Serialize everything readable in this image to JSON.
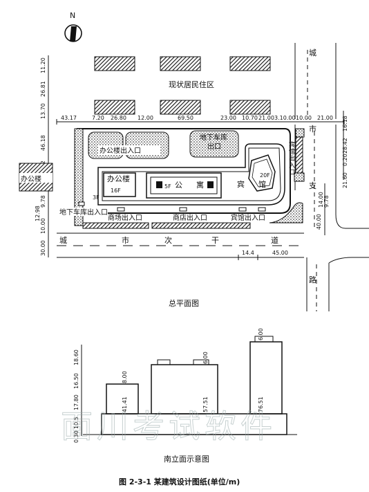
{
  "site_plan": {
    "north": "N",
    "existing_housing": "现状居民住区",
    "office_parking_entrance": "办公楼出入口",
    "underground_garage_exit_1": "地下车库",
    "underground_garage_exit_2": "出口",
    "hotel_entrance_vertical": [
      "宾",
      "馆",
      "出",
      "入",
      "口"
    ],
    "office_tower": "办公楼",
    "apartments_1": "公",
    "apartments_2": "寓",
    "hotel_1": "宾",
    "hotel_2": "馆",
    "existing_office": "办公楼",
    "underground_garage_entrance": "地下车库出入口",
    "mall_entrance": "商场出入口",
    "shop_entrance": "商店出入口",
    "hotel_entrance": "宾馆出入口",
    "road_bottom": [
      "城",
      "市",
      "次",
      "干",
      "道"
    ],
    "road_right": [
      "城",
      "市",
      "支",
      "路"
    ],
    "floor_tag_1": "16F",
    "floor_tag_2": "5F",
    "floor_tag_3": "20F",
    "floor_tag_4": "3F",
    "top_dims": [
      "43.17",
      "7.20",
      "26.80",
      "12.00",
      "69.50",
      "23.00",
      "10.70",
      "21.00",
      "3.10.00",
      "10.00",
      "21.00"
    ],
    "left_dims": [
      "11.20",
      "26.81",
      "13.70",
      "46.18",
      "6.62",
      "9.78",
      "12.98",
      "10.00",
      "30.00"
    ],
    "right_dims": [
      "16.18",
      "28.42",
      "0.20",
      "21.60",
      "9.78",
      "14.00",
      "40.00"
    ],
    "bottom_dims": [
      "14.4",
      "45.00"
    ],
    "title": "总平面图"
  },
  "elevation": {
    "left_dims": [
      "18.60",
      "16.50",
      "17.80",
      "0.30",
      "10.5"
    ],
    "b1_width": "41.41",
    "b1_top": "8.00",
    "b2_width": "57.51",
    "b2_top": "6.00",
    "b3_width": "76.51",
    "b3_top": "6.00",
    "title": "南立面示意图"
  },
  "caption": "图 2-3-1   某建筑设计图纸(单位/m)",
  "watermark": "面川考试软件"
}
